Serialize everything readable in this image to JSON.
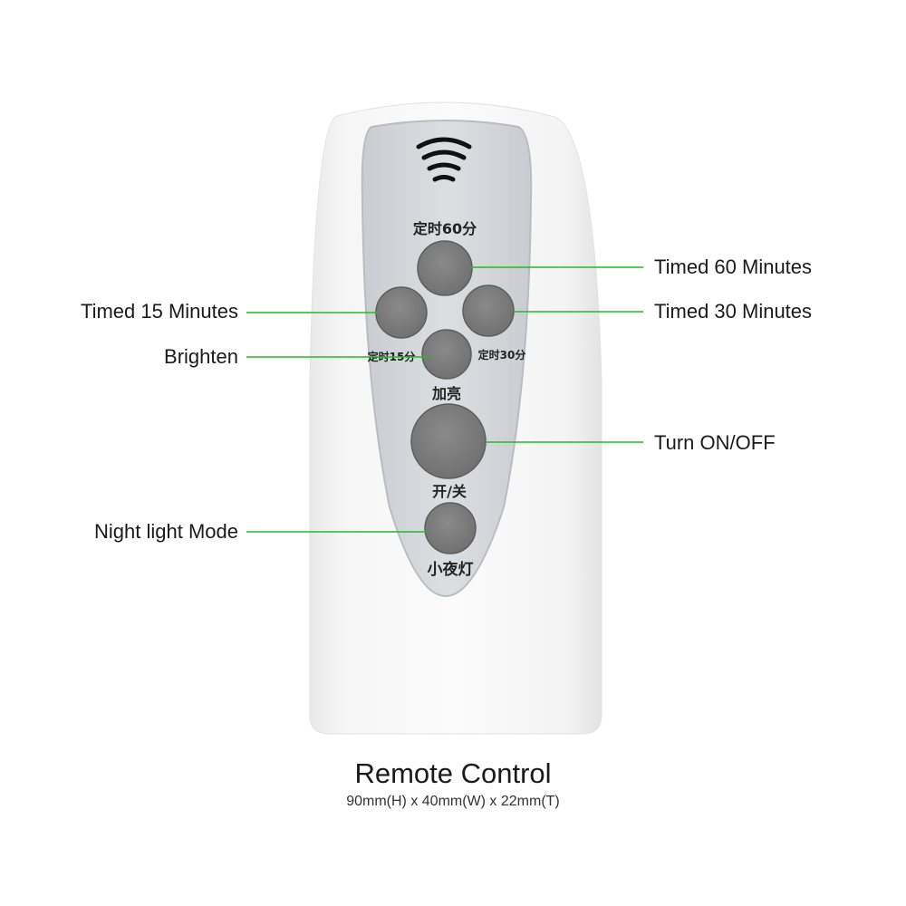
{
  "remote": {
    "button_labels": {
      "timed_60": "定时60分",
      "timed_15": "定时15分",
      "timed_30": "定时30分",
      "brighten": "加亮",
      "power": "开/关",
      "night_light": "小夜灯"
    }
  },
  "callouts": {
    "timed_60": "Timed 60 Minutes",
    "timed_30": "Timed 30 Minutes",
    "timed_15": "Timed 15 Minutes",
    "brighten": "Brighten",
    "power": "Turn ON/OFF",
    "night_light": "Night light Mode"
  },
  "caption": {
    "title": "Remote Control",
    "dimensions": "90mm(H) x 40mm(W) x 22mm(T)"
  },
  "colors": {
    "leader_line": "#22bb22",
    "button": "#7d7d7d",
    "panel": "#d7dadd",
    "body": "#f4f4f4"
  },
  "icons": {
    "signal": "wireless-signal-icon"
  }
}
